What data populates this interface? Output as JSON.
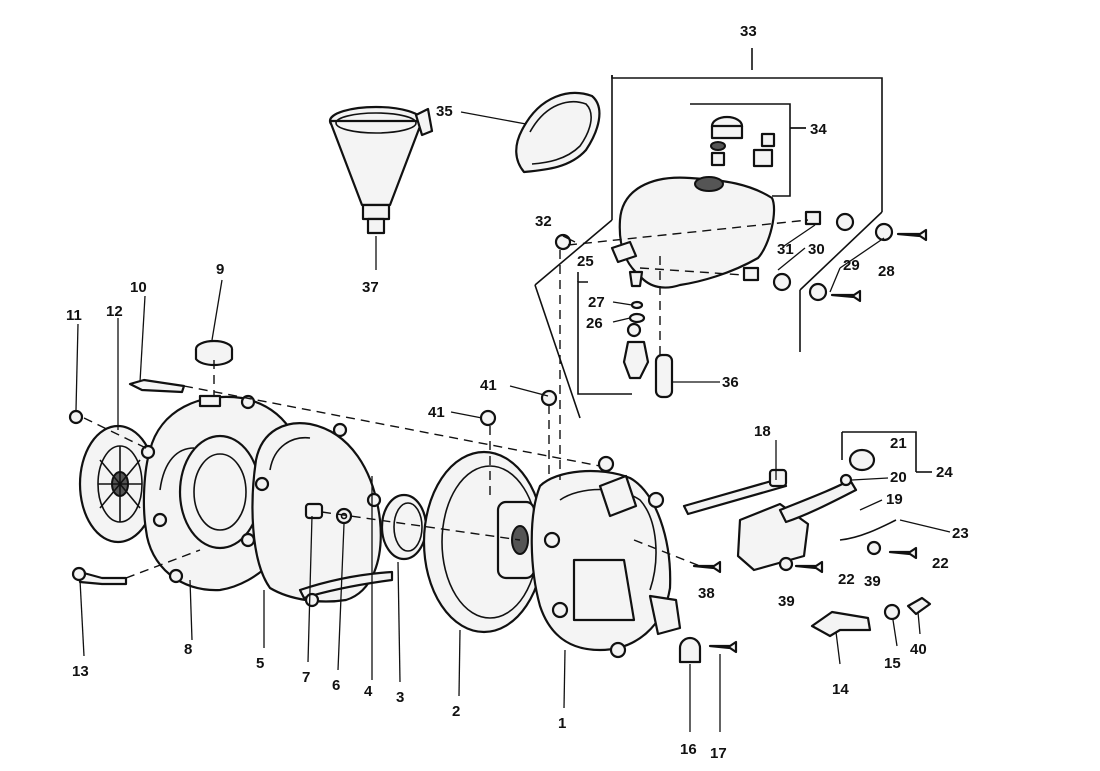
{
  "callouts": [
    {
      "id": "1",
      "text": "1"
    },
    {
      "id": "2",
      "text": "2"
    },
    {
      "id": "3",
      "text": "3"
    },
    {
      "id": "4",
      "text": "4"
    },
    {
      "id": "5",
      "text": "5"
    },
    {
      "id": "6",
      "text": "6"
    },
    {
      "id": "7",
      "text": "7"
    },
    {
      "id": "8",
      "text": "8"
    },
    {
      "id": "9",
      "text": "9"
    },
    {
      "id": "10",
      "text": "10"
    },
    {
      "id": "11",
      "text": "11"
    },
    {
      "id": "12",
      "text": "12"
    },
    {
      "id": "13",
      "text": "13"
    },
    {
      "id": "14",
      "text": "14"
    },
    {
      "id": "15",
      "text": "15"
    },
    {
      "id": "16",
      "text": "16"
    },
    {
      "id": "17",
      "text": "17"
    },
    {
      "id": "18",
      "text": "18"
    },
    {
      "id": "19",
      "text": "19"
    },
    {
      "id": "20",
      "text": "20"
    },
    {
      "id": "21",
      "text": "21"
    },
    {
      "id": "22a",
      "text": "22"
    },
    {
      "id": "22b",
      "text": "22"
    },
    {
      "id": "23",
      "text": "23"
    },
    {
      "id": "24",
      "text": "24"
    },
    {
      "id": "25",
      "text": "25"
    },
    {
      "id": "26",
      "text": "26"
    },
    {
      "id": "27",
      "text": "27"
    },
    {
      "id": "28",
      "text": "28"
    },
    {
      "id": "29",
      "text": "29"
    },
    {
      "id": "30",
      "text": "30"
    },
    {
      "id": "31",
      "text": "31"
    },
    {
      "id": "32",
      "text": "32"
    },
    {
      "id": "33",
      "text": "33"
    },
    {
      "id": "34",
      "text": "34"
    },
    {
      "id": "35",
      "text": "35"
    },
    {
      "id": "36",
      "text": "36"
    },
    {
      "id": "37",
      "text": "37"
    },
    {
      "id": "38",
      "text": "38"
    },
    {
      "id": "39a",
      "text": "39"
    },
    {
      "id": "39b",
      "text": "39"
    },
    {
      "id": "40",
      "text": "40"
    },
    {
      "id": "41a",
      "text": "41"
    },
    {
      "id": "41b",
      "text": "41"
    }
  ]
}
